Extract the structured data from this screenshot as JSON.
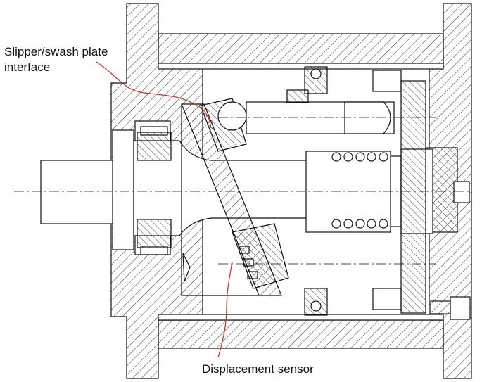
{
  "labels": {
    "slipper_line1": "Slipper/swash plate",
    "slipper_line2": "interface",
    "sensor": "Displacement sensor"
  },
  "colors": {
    "ink": "#111111",
    "callout": "#c0312b",
    "background": "#ffffff"
  }
}
